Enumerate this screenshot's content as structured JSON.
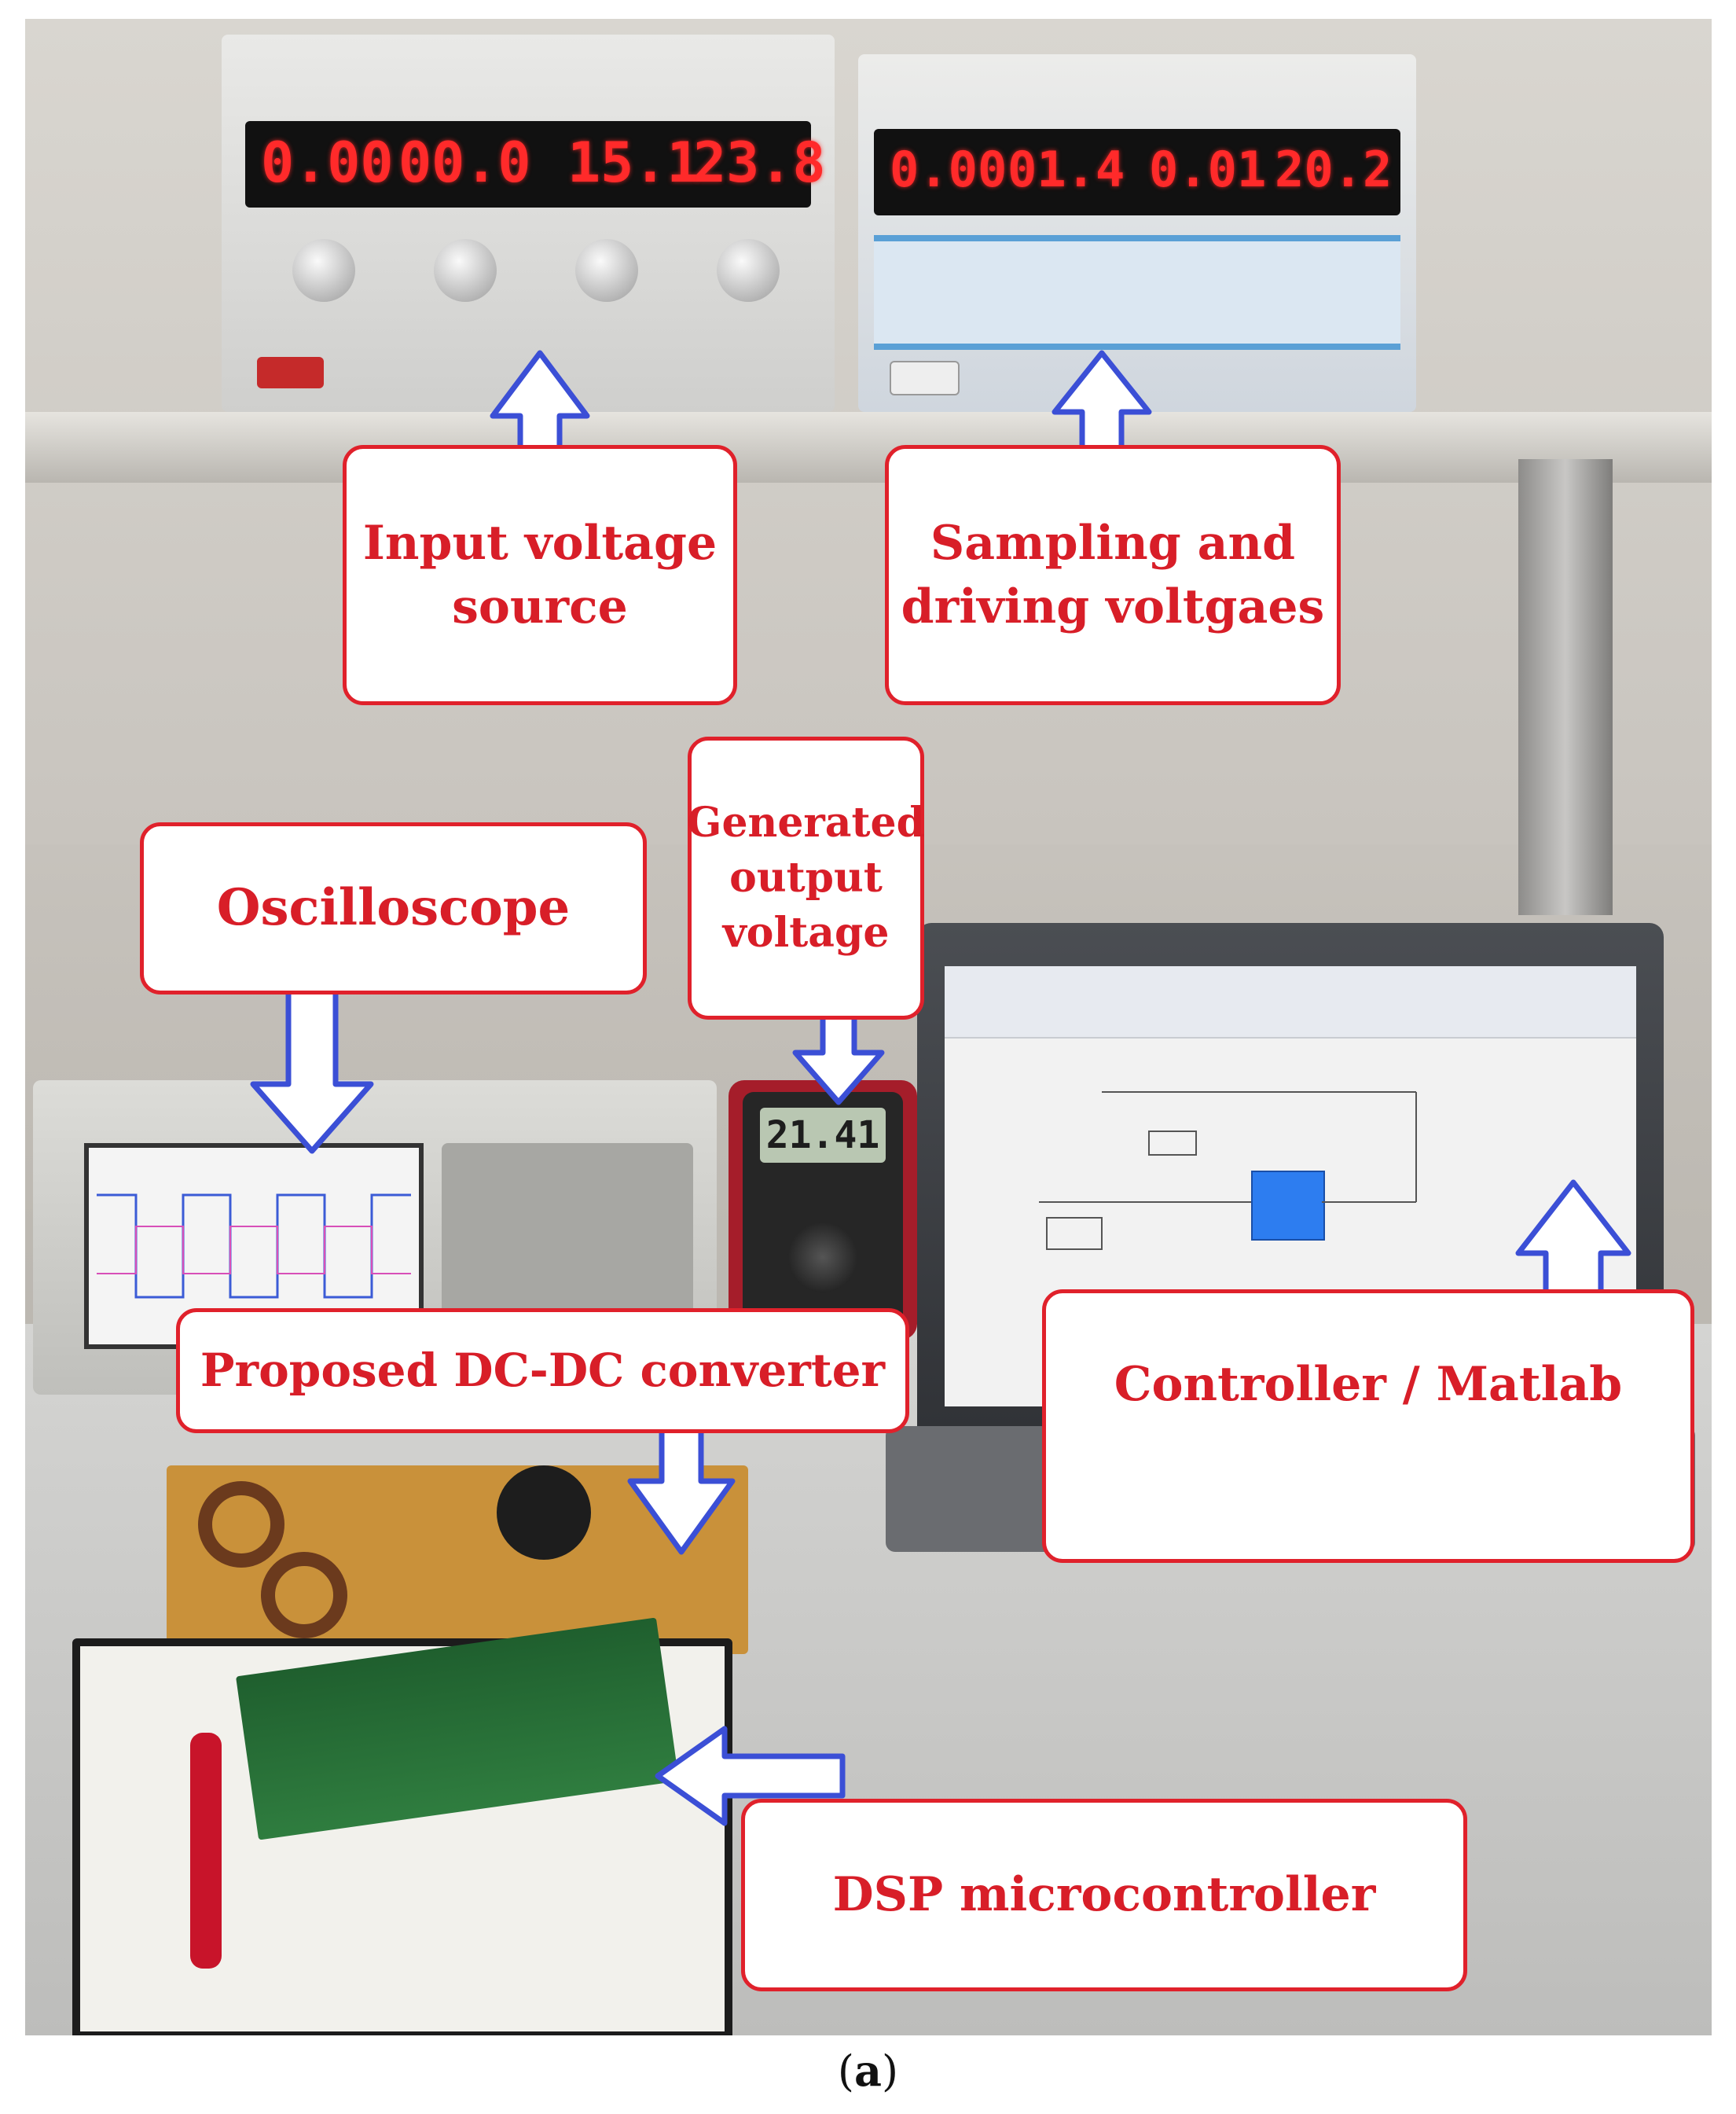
{
  "labels": {
    "input_source": "Input voltage\nsource",
    "sampling": "Sampling and\ndriving voltgaes",
    "oscilloscope": "Oscilloscope",
    "generated_output": "Generated\noutput\nvoltage",
    "proposed_converter": "Proposed DC-DC converter",
    "controller": "Controller / Matlab",
    "dsp": "DSP microcontroller"
  },
  "displays": {
    "supply1": [
      "0.00",
      "00.0",
      "15.1",
      "23.8"
    ],
    "supply2": [
      "0.00",
      "01.4",
      "0.01",
      "20.2"
    ],
    "multimeter": "21.41"
  },
  "caption": {
    "open": "(",
    "letter": "a",
    "close": ")"
  },
  "colors": {
    "label_border": "#e0212b",
    "label_text": "#d81e28",
    "arrow_fill": "#ffffff",
    "arrow_stroke": "#3b4fd6"
  }
}
